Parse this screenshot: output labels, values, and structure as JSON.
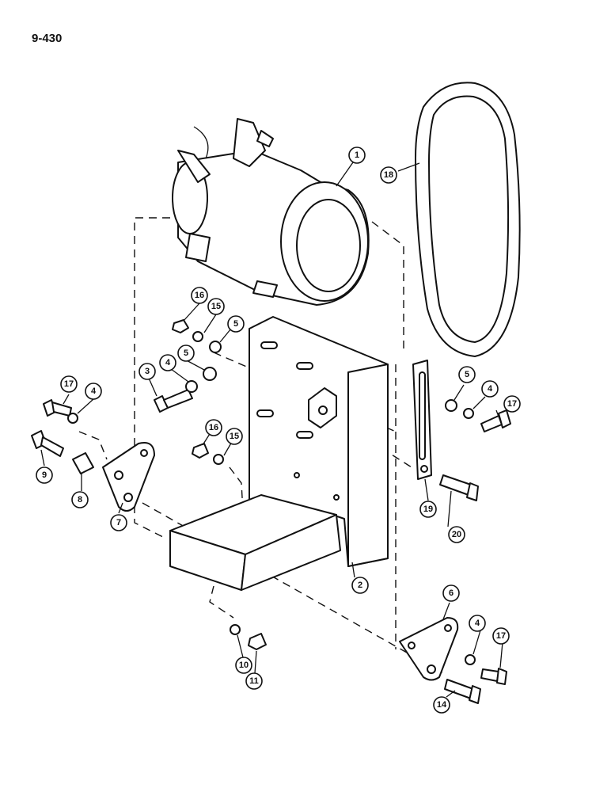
{
  "page_ref": "9-430",
  "callouts": [
    "1",
    "2",
    "3",
    "4",
    "4",
    "4",
    "4",
    "5",
    "5",
    "5",
    "6",
    "7",
    "8",
    "9",
    "10",
    "11",
    "14",
    "15",
    "15",
    "16",
    "16",
    "17",
    "17",
    "17",
    "18",
    "19",
    "20"
  ]
}
